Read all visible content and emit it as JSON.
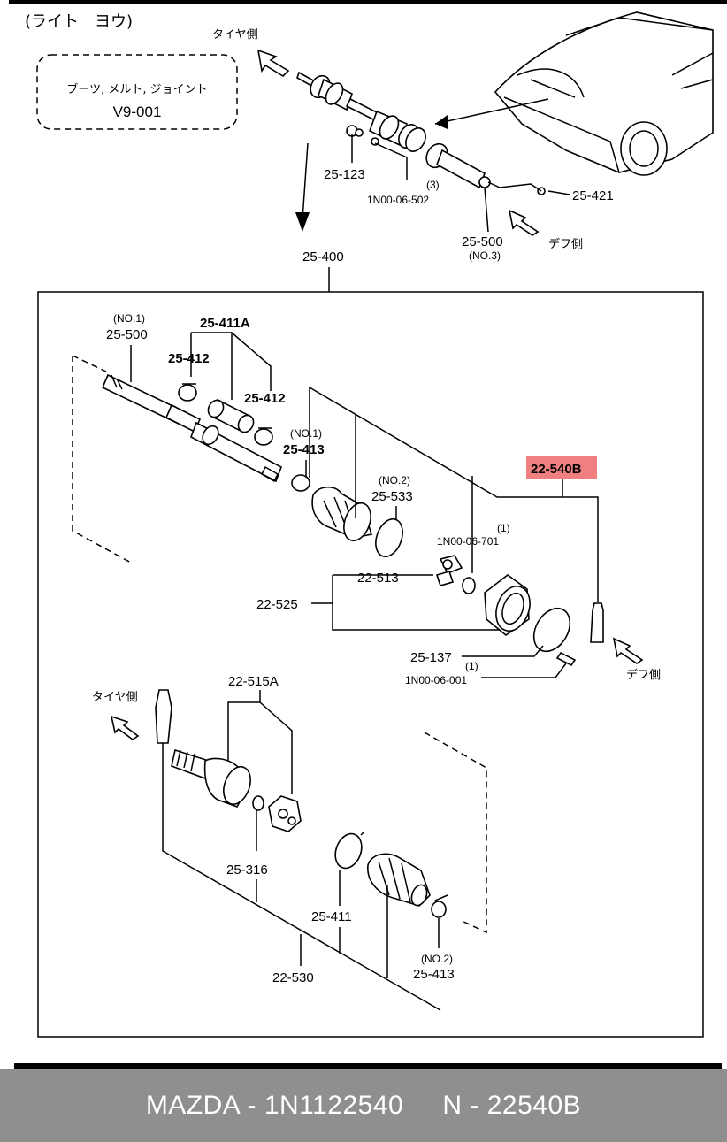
{
  "header": {
    "section_title": "(ライト　ヨウ)",
    "note_box": {
      "line1": "ブーツ, メルト, ジョイント",
      "line2": "V9-001"
    }
  },
  "direction_labels": {
    "tire_side": "タイヤ側",
    "diff_side": "デフ側"
  },
  "callouts": {
    "c_25_123": "25-123",
    "c_3": "(3)",
    "c_1n00_06_502": "1N00-06-502",
    "c_25_421": "25-421",
    "c_25_500_top": "25-500",
    "c_no3": "(NO.3)",
    "c_25_400": "25-400",
    "c_no1_a": "(NO.1)",
    "c_25_500_main": "25-500",
    "c_25_411a": "25-411A",
    "c_25_412_a": "25-412",
    "c_25_412_b": "25-412",
    "c_no1_b": "(NO.1)",
    "c_25_413_a": "25-413",
    "c_no2_a": "(NO.2)",
    "c_25_533": "25-533",
    "c_22_540b": "22-540B",
    "c_1_a": "(1)",
    "c_1n00_06_701": "1N00-06-701",
    "c_22_513": "22-513",
    "c_22_525": "22-525",
    "c_25_137": "25-137",
    "c_1_b": "(1)",
    "c_1n00_06_001": "1N00-06-001",
    "c_22_515a": "22-515A",
    "c_25_316": "25-316",
    "c_25_411": "25-411",
    "c_no2_b": "(NO.2)",
    "c_25_413_b": "25-413",
    "c_22_530": "22-530"
  },
  "colors": {
    "highlight": "#f08080",
    "footer_bg": "#8f8f8f",
    "footer_text": "#ffffff"
  },
  "footer": {
    "caption": "MAZDA - 1N1122540     N - 22540B"
  }
}
